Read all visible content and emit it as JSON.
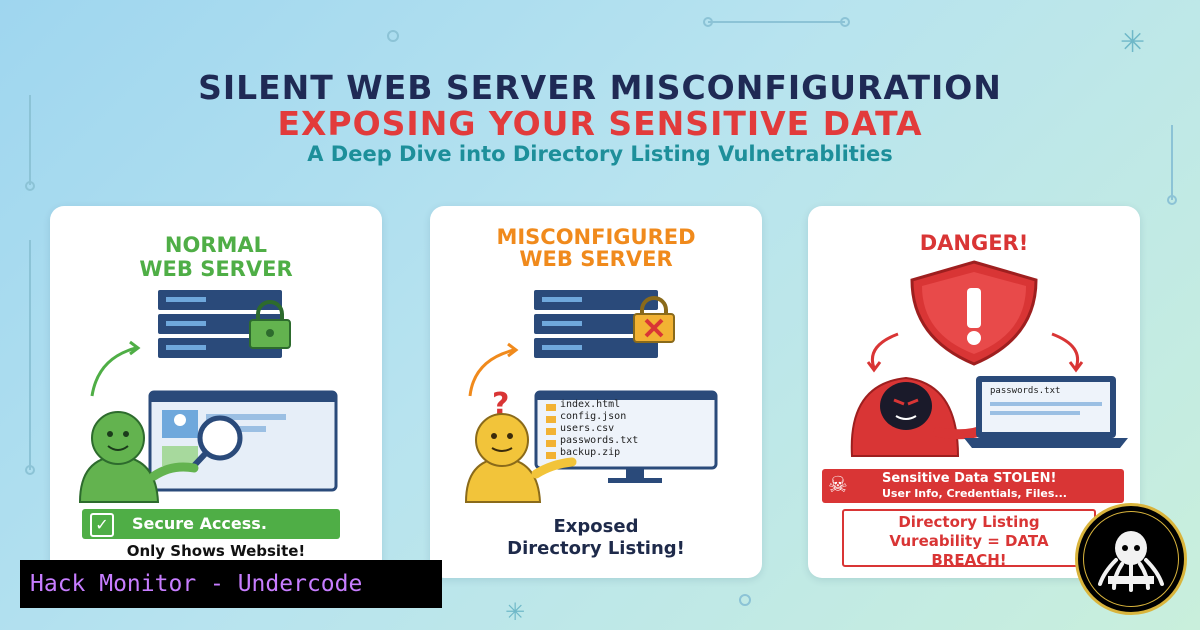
{
  "header": {
    "title_line1": "SILENT WEB SERVER MISCONFIGURATION",
    "title_line2": "EXPOSING YOUR SENSITIVE DATA",
    "subtitle": "A Deep Dive into Directory Listing Vulnetrablities"
  },
  "cards": {
    "normal": {
      "title_line1": "NORMAL",
      "title_line2": "WEB SERVER",
      "badge": "Secure Access.",
      "note": "Only Shows Website!"
    },
    "misconfigured": {
      "title_line1": "MISCONFIGURED",
      "title_line2": "WEB SERVER",
      "files": [
        "index.html",
        "config.json",
        "users.csv",
        "passwords.txt",
        "backup.zip"
      ],
      "caption_line1": "Exposed",
      "caption_line2": "Directory Listing!"
    },
    "danger": {
      "title": "DANGER!",
      "laptop_text": "passwords.txt",
      "stolen_line1": "Sensitive Data STOLEN!",
      "stolen_line2": "User Info, Credentials, Files...",
      "breach_line1": "Directory Listing",
      "breach_line2": "Vureability = DATA",
      "breach_line3": "BREACH!"
    }
  },
  "footer": {
    "brand": "Hack Monitor - Undercode"
  },
  "colors": {
    "navy": "#1f2a55",
    "red": "#e23b3b",
    "teal": "#1d8f9a",
    "green": "#4fae46",
    "orange": "#f08a1c",
    "purple": "#c77dff"
  }
}
